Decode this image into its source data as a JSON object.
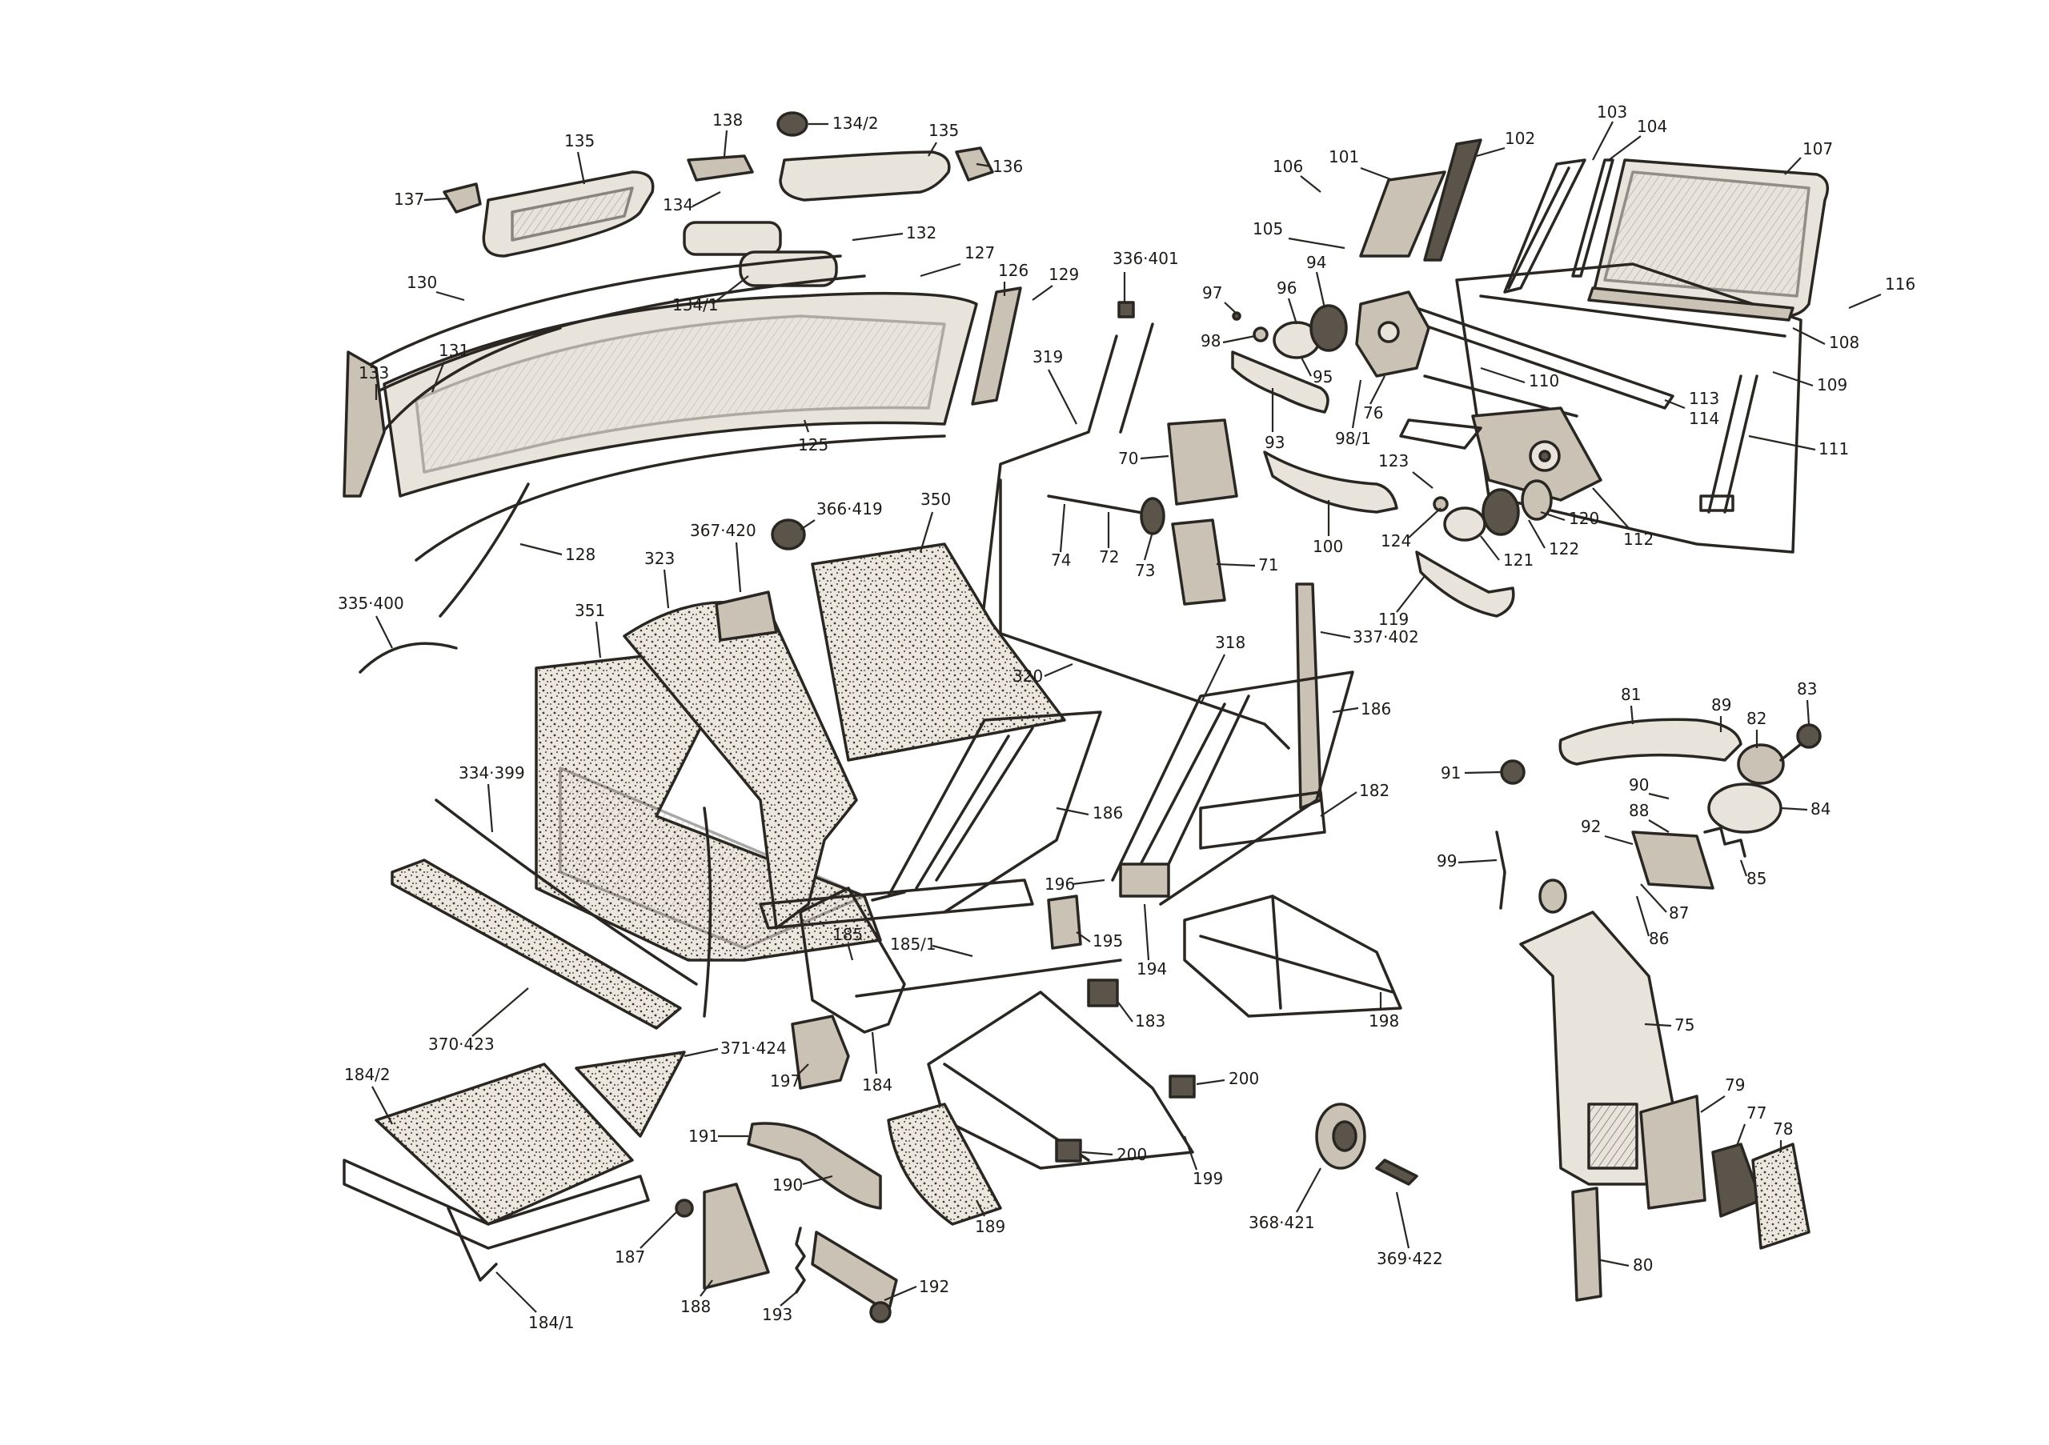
{
  "diagram": {
    "type": "exploded parts diagram",
    "callouts": [
      {
        "id": "c101",
        "text": "101"
      },
      {
        "id": "c102",
        "text": "102"
      },
      {
        "id": "c103",
        "text": "103"
      },
      {
        "id": "c104",
        "text": "104"
      },
      {
        "id": "c106",
        "text": "106"
      },
      {
        "id": "c107",
        "text": "107"
      },
      {
        "id": "c105",
        "text": "105"
      },
      {
        "id": "c116",
        "text": "116"
      },
      {
        "id": "c108",
        "text": "108"
      },
      {
        "id": "c109",
        "text": "109"
      },
      {
        "id": "c113",
        "text": "113"
      },
      {
        "id": "c114",
        "text": "114"
      },
      {
        "id": "c111",
        "text": "111"
      },
      {
        "id": "c112",
        "text": "112"
      },
      {
        "id": "c110",
        "text": "110"
      },
      {
        "id": "c122",
        "text": "122"
      },
      {
        "id": "c120",
        "text": "120"
      },
      {
        "id": "c121",
        "text": "121"
      },
      {
        "id": "c119",
        "text": "119"
      },
      {
        "id": "c123",
        "text": "123"
      },
      {
        "id": "c124",
        "text": "124"
      },
      {
        "id": "c94",
        "text": "94"
      },
      {
        "id": "c96",
        "text": "96"
      },
      {
        "id": "c97",
        "text": "97"
      },
      {
        "id": "c98",
        "text": "98"
      },
      {
        "id": "c95",
        "text": "95"
      },
      {
        "id": "c93",
        "text": "93"
      },
      {
        "id": "c98_1",
        "text": "98/1"
      },
      {
        "id": "c76",
        "text": "76"
      },
      {
        "id": "c100",
        "text": "100"
      },
      {
        "id": "c138",
        "text": "138"
      },
      {
        "id": "c134_2",
        "text": "134/2"
      },
      {
        "id": "c135a",
        "text": "135"
      },
      {
        "id": "c135b",
        "text": "135"
      },
      {
        "id": "c136",
        "text": "136"
      },
      {
        "id": "c137",
        "text": "137"
      },
      {
        "id": "c134",
        "text": "134"
      },
      {
        "id": "c132",
        "text": "132"
      },
      {
        "id": "c127",
        "text": "127"
      },
      {
        "id": "c130",
        "text": "130"
      },
      {
        "id": "c134_1",
        "text": "134/1"
      },
      {
        "id": "c126",
        "text": "126"
      },
      {
        "id": "c129",
        "text": "129"
      },
      {
        "id": "c133",
        "text": "133"
      },
      {
        "id": "c131",
        "text": "131"
      },
      {
        "id": "c125",
        "text": "125"
      },
      {
        "id": "c128",
        "text": "128"
      },
      {
        "id": "c335_400",
        "text": "335·400"
      },
      {
        "id": "c336_401",
        "text": "336·401"
      },
      {
        "id": "c319",
        "text": "319"
      },
      {
        "id": "c70",
        "text": "70"
      },
      {
        "id": "c74",
        "text": "74"
      },
      {
        "id": "c72",
        "text": "72"
      },
      {
        "id": "c73",
        "text": "73"
      },
      {
        "id": "c71",
        "text": "71"
      },
      {
        "id": "c367_420",
        "text": "367·420"
      },
      {
        "id": "c366_419",
        "text": "366·419"
      },
      {
        "id": "c350",
        "text": "350"
      },
      {
        "id": "c323",
        "text": "323"
      },
      {
        "id": "c351",
        "text": "351"
      },
      {
        "id": "c318",
        "text": "318"
      },
      {
        "id": "c337_402",
        "text": "337·402"
      },
      {
        "id": "c320",
        "text": "320"
      },
      {
        "id": "c186a",
        "text": "186"
      },
      {
        "id": "c186b",
        "text": "186"
      },
      {
        "id": "c182",
        "text": "182"
      },
      {
        "id": "c334_399",
        "text": "334·399"
      },
      {
        "id": "c196",
        "text": "196"
      },
      {
        "id": "c185",
        "text": "185"
      },
      {
        "id": "c185_1",
        "text": "185/1"
      },
      {
        "id": "c195",
        "text": "195"
      },
      {
        "id": "c194",
        "text": "194"
      },
      {
        "id": "c183",
        "text": "183"
      },
      {
        "id": "c198",
        "text": "198"
      },
      {
        "id": "c370_423",
        "text": "370·423"
      },
      {
        "id": "c371_424",
        "text": "371·424"
      },
      {
        "id": "c197",
        "text": "197"
      },
      {
        "id": "c184",
        "text": "184"
      },
      {
        "id": "c200a",
        "text": "200"
      },
      {
        "id": "c200b",
        "text": "200"
      },
      {
        "id": "c199",
        "text": "199"
      },
      {
        "id": "c184_2",
        "text": "184/2"
      },
      {
        "id": "c191",
        "text": "191"
      },
      {
        "id": "c190",
        "text": "190"
      },
      {
        "id": "c189",
        "text": "189"
      },
      {
        "id": "c187",
        "text": "187"
      },
      {
        "id": "c188",
        "text": "188"
      },
      {
        "id": "c193",
        "text": "193"
      },
      {
        "id": "c192",
        "text": "192"
      },
      {
        "id": "c184_1",
        "text": "184/1"
      },
      {
        "id": "c368_421",
        "text": "368·421"
      },
      {
        "id": "c369_422",
        "text": "369·422"
      },
      {
        "id": "c81",
        "text": "81"
      },
      {
        "id": "c89",
        "text": "89"
      },
      {
        "id": "c82",
        "text": "82"
      },
      {
        "id": "c83",
        "text": "83"
      },
      {
        "id": "c91",
        "text": "91"
      },
      {
        "id": "c90",
        "text": "90"
      },
      {
        "id": "c84",
        "text": "84"
      },
      {
        "id": "c88",
        "text": "88"
      },
      {
        "id": "c92",
        "text": "92"
      },
      {
        "id": "c85",
        "text": "85"
      },
      {
        "id": "c99",
        "text": "99"
      },
      {
        "id": "c87",
        "text": "87"
      },
      {
        "id": "c86",
        "text": "86"
      },
      {
        "id": "c75",
        "text": "75"
      },
      {
        "id": "c79",
        "text": "79"
      },
      {
        "id": "c77",
        "text": "77"
      },
      {
        "id": "c78",
        "text": "78"
      },
      {
        "id": "c80",
        "text": "80"
      }
    ]
  }
}
